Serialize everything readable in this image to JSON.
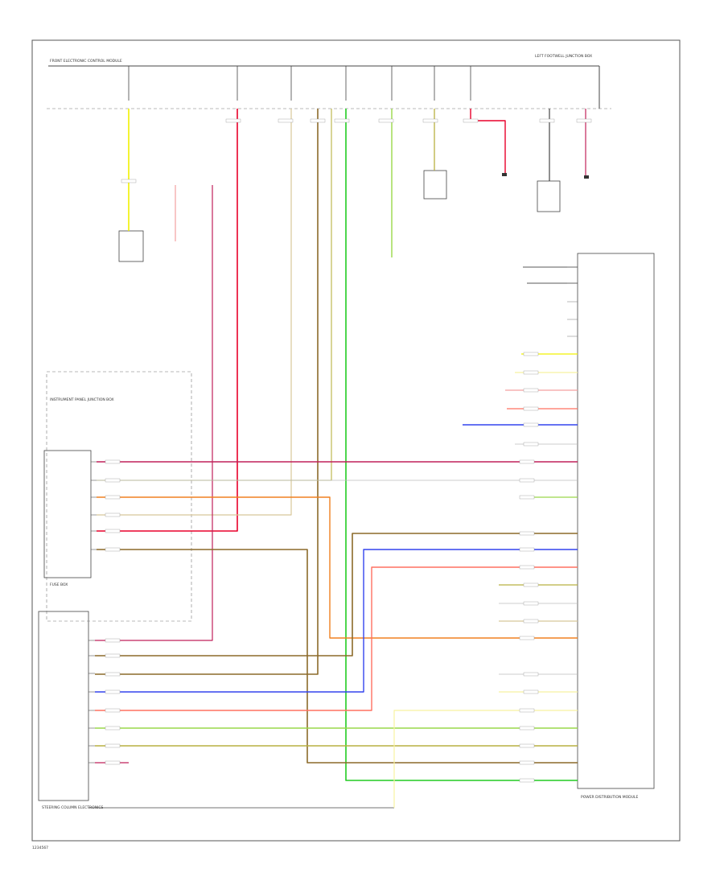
{
  "diagram": {
    "footer_id": "1234567",
    "top_right_label": "LEFT FOOTWELL JUNCTION BOX",
    "top_left_label": "FRONT ELECTRONIC CONTROL MODULE",
    "bottom_right_label": "POWER DISTRIBUTION MODULE",
    "lower_left_label": "STEERING COLUMN ELECTRONICS",
    "mid_left_label": "FUSE BOX",
    "box_left_label": "INSTRUMENT PANEL JUNCTION BOX",
    "colors": {
      "yellow": "#f2f200",
      "red": "#e8002a",
      "tan": "#d8c79a",
      "brown": "#8c6a2a",
      "orange": "#f08020",
      "green": "#22cc22",
      "lime": "#9ad84a",
      "blue": "#3344ee",
      "purple": "#9966cc",
      "pink": "#f3a0a0",
      "salmon": "#ff7060",
      "magenta": "#c0205a",
      "olive": "#b8b040",
      "lightyellow": "#f8f2a0",
      "gray": "#bbbbbb",
      "black": "#222222"
    }
  }
}
